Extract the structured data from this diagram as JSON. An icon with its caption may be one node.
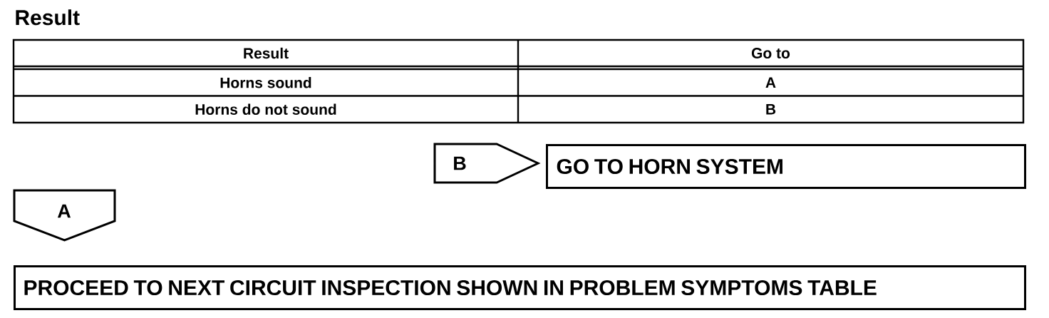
{
  "diagram": {
    "title": "Result",
    "nodes": [
      {
        "text": [
          "B"
        ]
      },
      {
        "text": [
          "GO TO HORN SYSTEM"
        ]
      },
      {
        "text": [
          "A"
        ]
      },
      {
        "text": [
          "PROCEED TO NEXT CIRCUIT INSPECTION SHOWN IN PROBLEM SYMPTOMS TABLE"
        ]
      }
    ],
    "labels": [
      "Result",
      "Go to",
      "Horns sound",
      "A",
      "Horns do not sound",
      "B"
    ]
  }
}
